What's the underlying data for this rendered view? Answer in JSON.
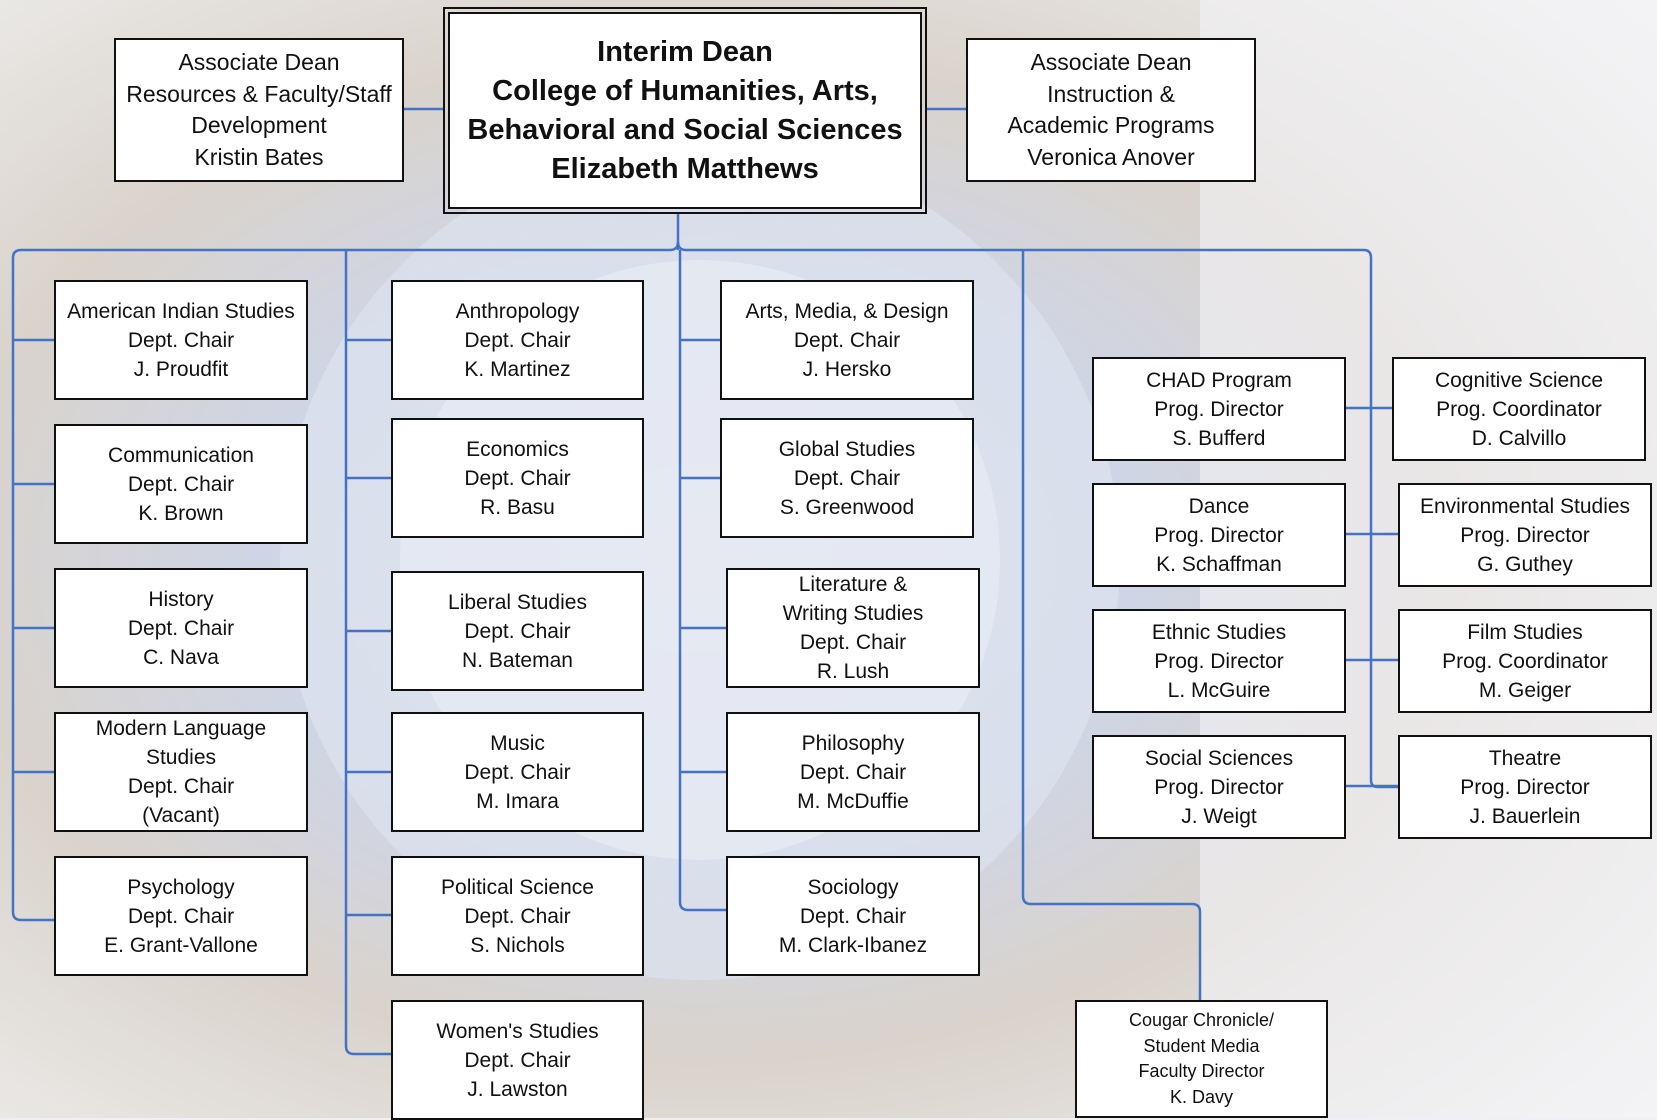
{
  "dean": {
    "title": "Interim Dean",
    "college_line1": "College of Humanities, Arts,",
    "college_line2": "Behavioral and Social Sciences",
    "name": "Elizabeth Matthews"
  },
  "assoc_left": {
    "line1": "Associate Dean",
    "line2": "Resources & Faculty/Staff",
    "line3": "Development",
    "name": "Kristin Bates"
  },
  "assoc_right": {
    "line1": "Associate Dean",
    "line2": "Instruction &",
    "line3": "Academic Programs",
    "name": "Veronica Anover"
  },
  "col1": [
    {
      "lines": [
        "American Indian Studies",
        "Dept. Chair",
        "J. Proudfit"
      ]
    },
    {
      "lines": [
        "Communication",
        "Dept. Chair",
        "K. Brown"
      ]
    },
    {
      "lines": [
        "History",
        "Dept. Chair",
        "C. Nava"
      ]
    },
    {
      "lines": [
        "Modern Language",
        "Studies",
        "Dept. Chair",
        "(Vacant)"
      ]
    },
    {
      "lines": [
        "Psychology",
        "Dept. Chair",
        "E. Grant-Vallone"
      ]
    }
  ],
  "col2": [
    {
      "lines": [
        "Anthropology",
        "Dept. Chair",
        "K. Martinez"
      ]
    },
    {
      "lines": [
        "Economics",
        "Dept. Chair",
        "R. Basu"
      ]
    },
    {
      "lines": [
        "Liberal Studies",
        "Dept. Chair",
        "N. Bateman"
      ]
    },
    {
      "lines": [
        "Music",
        "Dept. Chair",
        "M. Imara"
      ]
    },
    {
      "lines": [
        "Political Science",
        "Dept. Chair",
        "S. Nichols"
      ]
    },
    {
      "lines": [
        "Women's Studies",
        "Dept. Chair",
        "J. Lawston"
      ]
    }
  ],
  "col3": [
    {
      "lines": [
        "Arts, Media, & Design",
        "Dept. Chair",
        "J. Hersko"
      ]
    },
    {
      "lines": [
        "Global Studies",
        "Dept. Chair",
        "S. Greenwood"
      ]
    },
    {
      "lines": [
        "Literature &",
        "Writing Studies",
        "Dept. Chair",
        "R. Lush"
      ]
    },
    {
      "lines": [
        "Philosophy",
        "Dept. Chair",
        "M. McDuffie"
      ]
    },
    {
      "lines": [
        "Sociology",
        "Dept. Chair",
        "M. Clark-Ibanez"
      ]
    }
  ],
  "programs_left": [
    {
      "lines": [
        "CHAD Program",
        "Prog. Director",
        "S. Bufferd"
      ]
    },
    {
      "lines": [
        "Dance",
        "Prog. Director",
        "K. Schaffman"
      ]
    },
    {
      "lines": [
        "Ethnic Studies",
        "Prog. Director",
        "L. McGuire"
      ]
    },
    {
      "lines": [
        "Social Sciences",
        "Prog. Director",
        "J. Weigt"
      ]
    }
  ],
  "programs_right": [
    {
      "lines": [
        "Cognitive Science",
        "Prog. Coordinator",
        "D. Calvillo"
      ]
    },
    {
      "lines": [
        "Environmental Studies",
        "Prog. Director",
        "G. Guthey"
      ]
    },
    {
      "lines": [
        "Film Studies",
        "Prog. Coordinator",
        "M. Geiger"
      ]
    },
    {
      "lines": [
        "Theatre",
        "Prog. Director",
        "J. Bauerlein"
      ]
    }
  ],
  "media": {
    "lines": [
      "Cougar Chronicle/",
      "Student Media",
      "Faculty Director",
      "K. Davy"
    ]
  },
  "colors": {
    "connector": "#4472c4",
    "border": "#111111",
    "box_fill": "#ffffff"
  }
}
